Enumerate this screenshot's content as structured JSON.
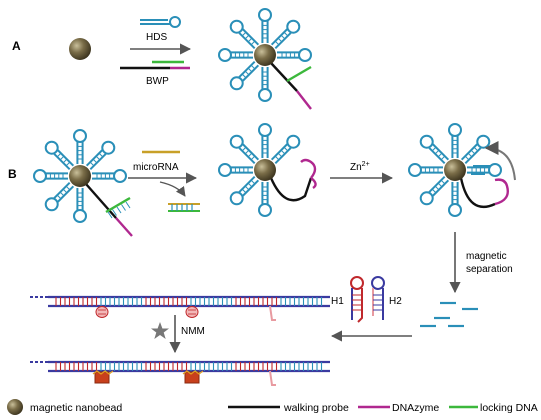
{
  "panels": {
    "a": "A",
    "b": "B"
  },
  "labels": {
    "hds": "HDS",
    "bwp": "BWP",
    "microrna": "microRNA",
    "zn_base": "Zn",
    "zn_sup": "2+",
    "magnetic": "magnetic",
    "separation": "separation",
    "h1": "H1",
    "h2": "H2",
    "nmm": "NMM"
  },
  "legend": [
    {
      "icon": "bead",
      "label": "magnetic nanobead"
    },
    {
      "icon": "line-walking",
      "label": "walking probe"
    },
    {
      "icon": "line-dnazyme",
      "label": "DNAzyme"
    },
    {
      "icon": "line-locking",
      "label": "locking DNA"
    }
  ],
  "colors": {
    "hairpin": "#2a8fb8",
    "bead": "#6e6140",
    "walking": "#111111",
    "dnazyme": "#b0288f",
    "locking": "#3cb83c",
    "microrna": "#c8a028",
    "duplex_blue": "#3a3aa0",
    "duplex_red": "#c0282c",
    "arrow": "#555555"
  }
}
